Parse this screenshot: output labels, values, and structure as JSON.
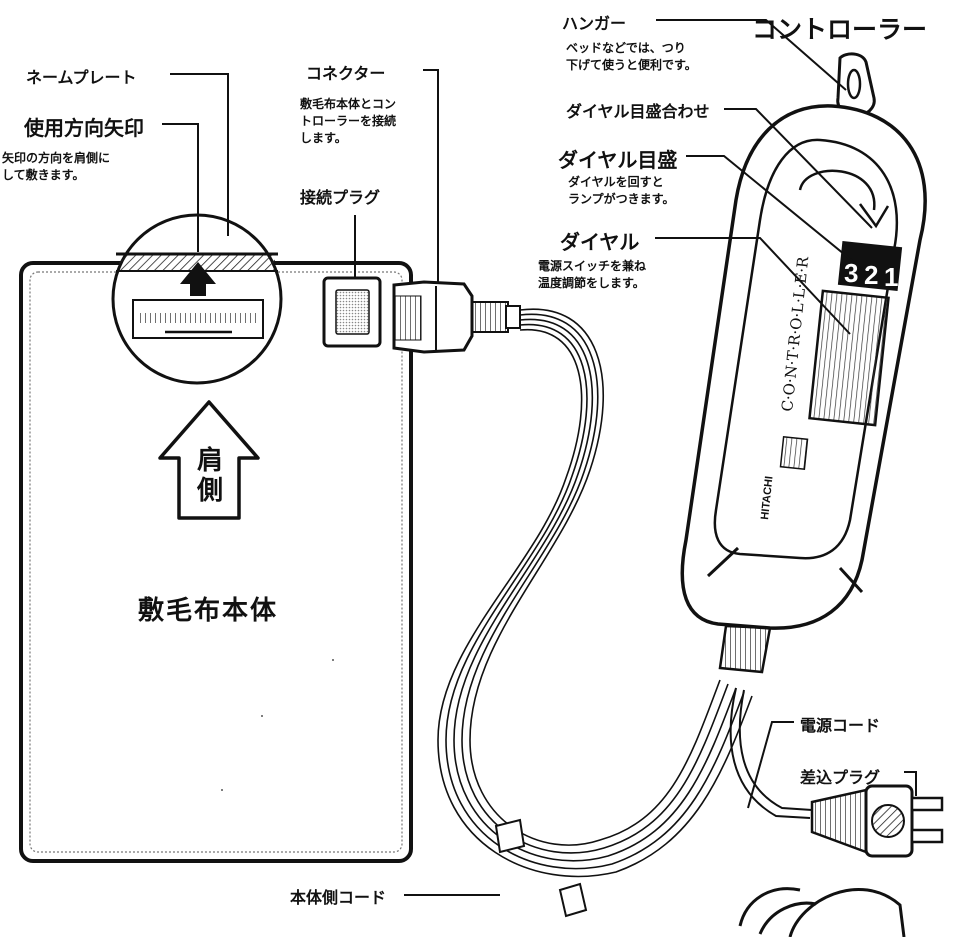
{
  "labels": {
    "controller": "コントローラー",
    "hanger": "ハンガー",
    "hanger_desc_1": "ベッドなどでは、つり",
    "hanger_desc_2": "下げて使うと便利です。",
    "dial_scale_align": "ダイヤル目盛合わせ",
    "dial_scale": "ダイヤル目盛",
    "dial_scale_desc_1": "ダイヤルを回すと",
    "dial_scale_desc_2": "ランプがつきます。",
    "dial": "ダイヤル",
    "dial_desc_1": "電源スイッチを兼ね",
    "dial_desc_2": "温度調節をします。",
    "name_plate": "ネームプレート",
    "direction_arrow": "使用方向矢印",
    "direction_desc_1": "矢印の方向を肩側に",
    "direction_desc_2": "して敷きます。",
    "connector": "コネクター",
    "connector_desc_1": "敷毛布本体とコン",
    "connector_desc_2": "トローラーを接続",
    "connector_desc_3": "します。",
    "connection_plug": "接続プラグ",
    "power_cord": "電源コード",
    "outlet_plug": "差込プラグ",
    "body_cord": "本体側コード",
    "blanket_body": "敷毛布本体",
    "shoulder_1": "肩",
    "shoulder_2": "側"
  },
  "controller_face": {
    "vertical_text": "C·O·N·T·R·O·L·L·E·R",
    "brand": "HITACHI",
    "dial_digits": [
      "3",
      "2",
      "1"
    ]
  },
  "colors": {
    "ink": "#111111",
    "paper": "#ffffff",
    "shade": "#cfcfcf"
  }
}
